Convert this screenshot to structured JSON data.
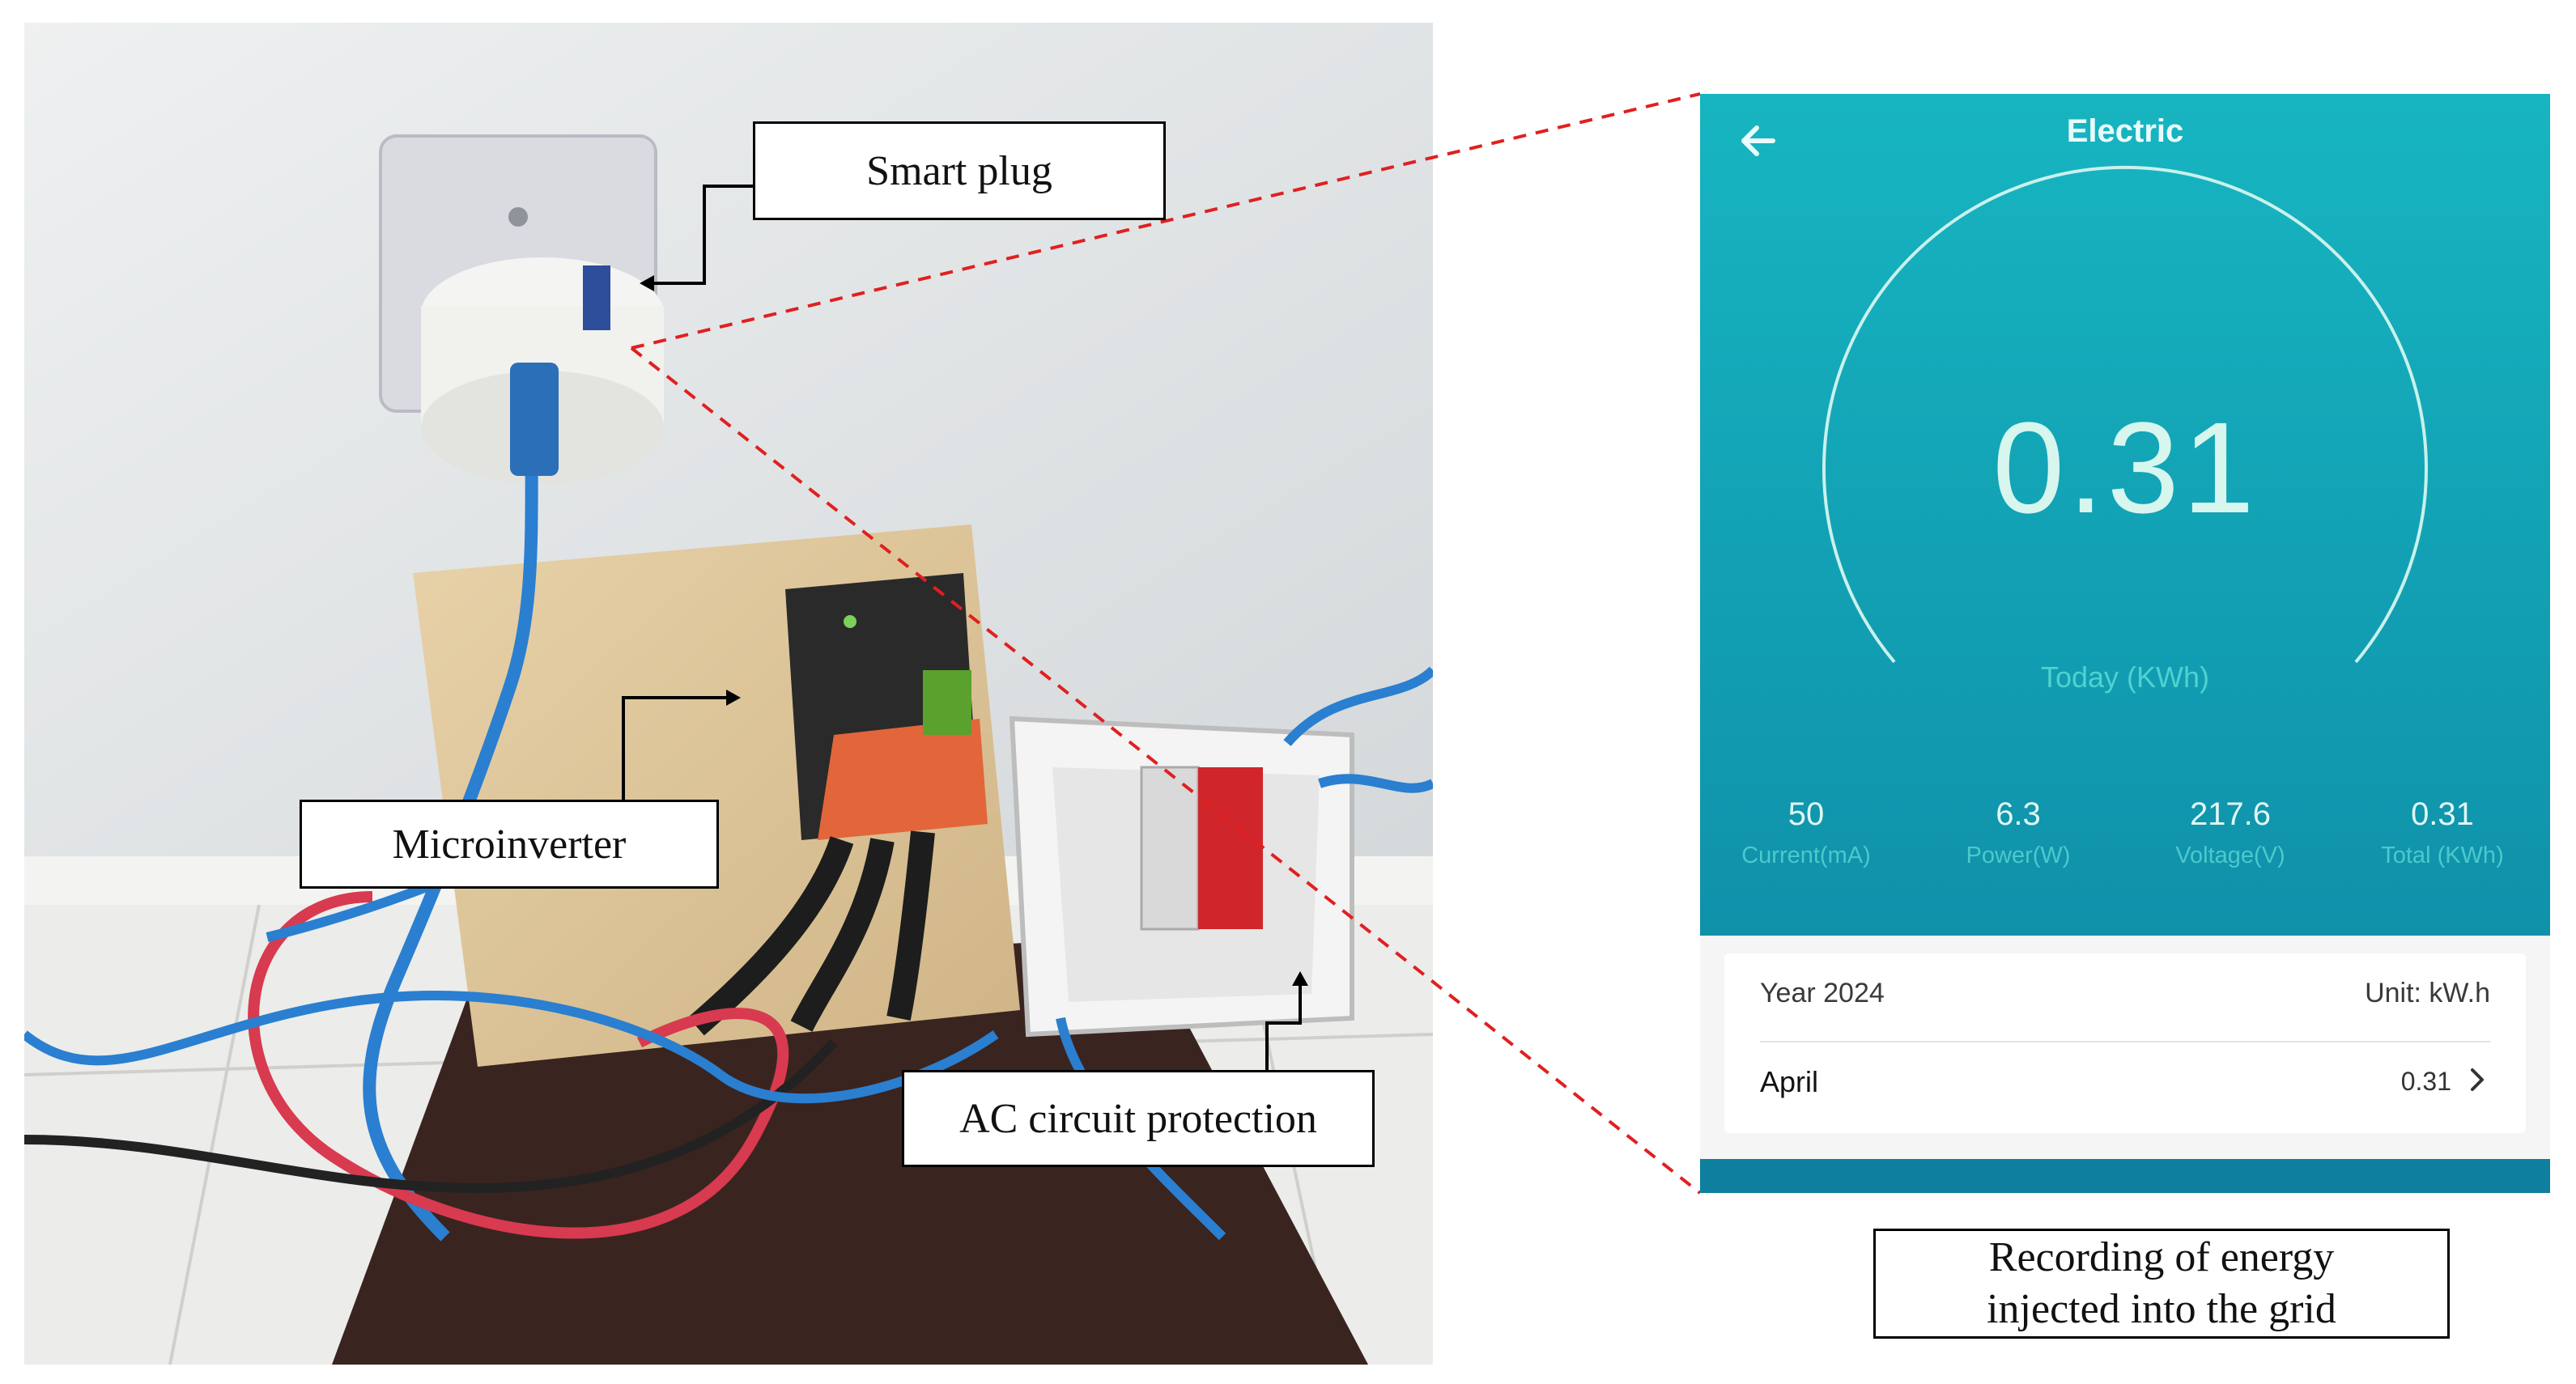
{
  "labels": {
    "smart_plug": "Smart plug",
    "microinverter": "Microinverter",
    "ac_protection": "AC circuit protection",
    "recording_line1": "Recording of energy",
    "recording_line2": "injected into the grid"
  },
  "app": {
    "title": "Electric",
    "today_value": "0.31",
    "today_label": "Today (KWh)",
    "stats": [
      {
        "value": "50",
        "label": "Current(mA)"
      },
      {
        "value": "6.3",
        "label": "Power(W)"
      },
      {
        "value": "217.6",
        "label": "Voltage(V)"
      },
      {
        "value": "0.31",
        "label": "Total (KWh)"
      }
    ],
    "history": {
      "year_label": "Year 2024",
      "unit_label": "Unit: kW.h",
      "month": "April",
      "month_value": "0.31"
    }
  },
  "icons": {
    "back": "arrow-left-icon",
    "chevron": "chevron-right-icon"
  },
  "colors": {
    "app_teal": "#12a1b4",
    "dashed_line": "#e02020",
    "blue_cable": "#2a7fd0",
    "red_cable": "#d83a4f"
  }
}
